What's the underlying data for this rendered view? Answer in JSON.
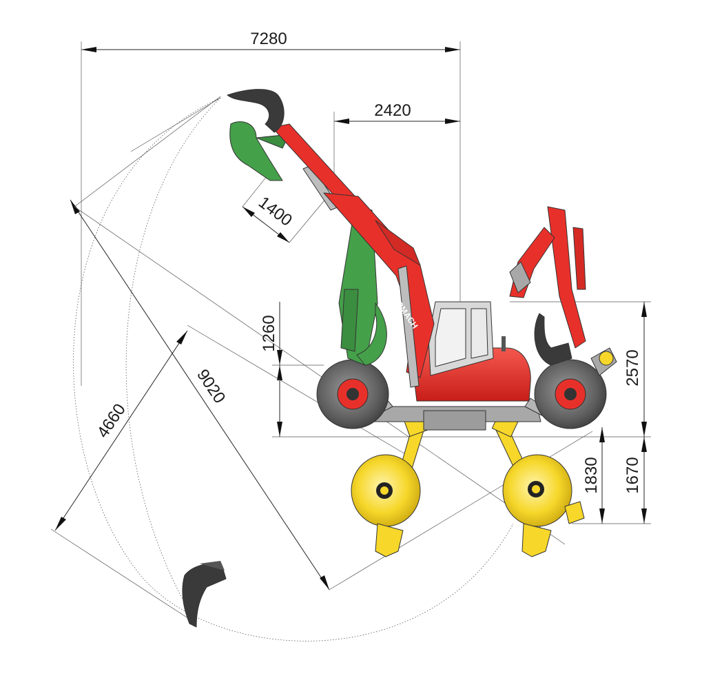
{
  "dimensions": {
    "max_reach": "7280",
    "front_offset": "2420",
    "boom_extension": "1400",
    "upper_height": "1260",
    "right_height": "2570",
    "lower_depth": "1830",
    "lower_depth_right": "1670",
    "dig_radius": "9020",
    "dig_depth": "4660"
  },
  "brand_label": "EUROMACH",
  "colors": {
    "machine_red": "#e8302a",
    "boom_green": "#45a04a",
    "wheel_yellow": "#f6d72a",
    "frame_grey": "#a8a8a8",
    "bucket_dark": "#3a3a3a"
  }
}
